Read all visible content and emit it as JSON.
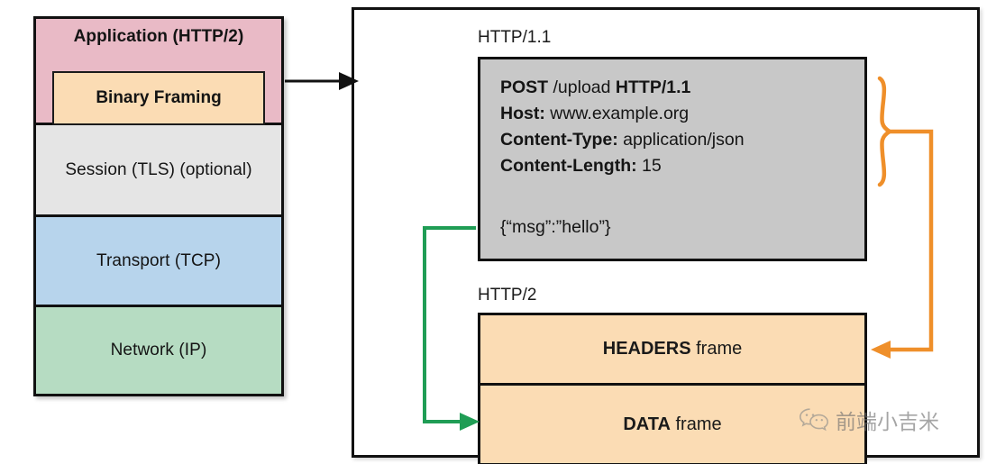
{
  "stack": {
    "layers": [
      {
        "label": "Application (HTTP/2)",
        "color": "#e9bac6"
      },
      {
        "label": "Session (TLS) (optional)",
        "color": "#e5e5e5"
      },
      {
        "label": "Transport (TCP)",
        "color": "#b7d4ec"
      },
      {
        "label": "Network (IP)",
        "color": "#b6dcc2"
      }
    ],
    "inner_box_label": "Binary Framing",
    "inner_box_color": "#fbdcb4"
  },
  "panel": {
    "http11": {
      "section_label": "HTTP/1.1",
      "box_color": "#c8c8c8",
      "request_lines": [
        {
          "key": "POST",
          "value": "/upload",
          "key2": "HTTP/1.1"
        },
        {
          "key": "Host:",
          "value": "www.example.org"
        },
        {
          "key": "Content-Type:",
          "value": "application/json"
        },
        {
          "key": "Content-Length:",
          "value": "15"
        }
      ],
      "body": "{“msg”:”hello”}"
    },
    "http2": {
      "section_label": "HTTP/2",
      "frame_color": "#fbdcb4",
      "frames": [
        {
          "name": "HEADERS",
          "suffix": " frame"
        },
        {
          "name": "DATA",
          "suffix": " frame"
        }
      ]
    }
  },
  "connectors": {
    "stack_arrow_color": "#111111",
    "headers_brace_color": "#ef8f2a",
    "data_arrow_color": "#1f9d55"
  },
  "watermark": {
    "icon": "wechat-icon",
    "text": "前端小吉米"
  }
}
